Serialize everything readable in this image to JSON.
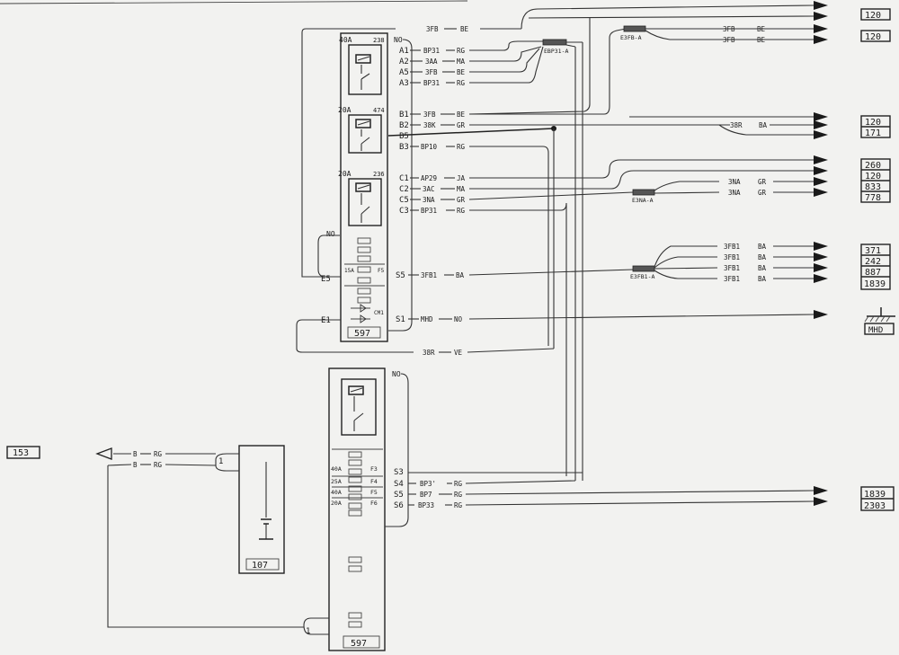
{
  "units": {
    "u1": {
      "number": "597",
      "no_label": "NO",
      "ratings": [
        {
          "amp": "40A",
          "num": "238"
        },
        {
          "amp": "20A",
          "num": "474"
        },
        {
          "amp": "20A",
          "num": "236"
        }
      ],
      "fuse_amp": "15A",
      "fuse_label": "F5",
      "cm_label": "CM1",
      "left_pins": [
        {
          "id": "E5",
          "label": "NO"
        },
        {
          "id": "E1"
        }
      ],
      "right_pins": [
        {
          "pin": "A1",
          "wire": "BP31",
          "color": "RG"
        },
        {
          "pin": "A2",
          "wire": "3AA",
          "color": "MA"
        },
        {
          "pin": "A5",
          "wire": "3FB",
          "color": "BE"
        },
        {
          "pin": "A3",
          "wire": "BP31",
          "color": "RG"
        },
        {
          "pin": "B1",
          "wire": "3FB",
          "color": "BE"
        },
        {
          "pin": "B2",
          "wire": "38K",
          "color": "GR"
        },
        {
          "pin": "B5"
        },
        {
          "pin": "B3",
          "wire": "BP10",
          "color": "RG"
        },
        {
          "pin": "C1",
          "wire": "AP29",
          "color": "JA"
        },
        {
          "pin": "C2",
          "wire": "3AC",
          "color": "MA"
        },
        {
          "pin": "C5",
          "wire": "3NA",
          "color": "GR"
        },
        {
          "pin": "C3",
          "wire": "BP31",
          "color": "RG"
        },
        {
          "pin": "S5",
          "wire": "3FB1",
          "color": "BA"
        },
        {
          "pin": "S1",
          "wire": "MHD",
          "color": "NO"
        }
      ]
    },
    "u2": {
      "number": "597",
      "no_label": "NO",
      "fuses": [
        {
          "amp": "40A",
          "f": "F3"
        },
        {
          "amp": "25A",
          "f": "F4"
        },
        {
          "amp": "40A",
          "f": "F5"
        },
        {
          "amp": "20A",
          "f": "F6"
        }
      ],
      "left_pin": "1",
      "pins": [
        {
          "pin": "S3"
        },
        {
          "pin": "S4",
          "wire": "BP3'",
          "color": "RG"
        },
        {
          "pin": "S5",
          "wire": "BP7",
          "color": "RG"
        },
        {
          "pin": "S6",
          "wire": "BP33",
          "color": "RG"
        }
      ]
    }
  },
  "battery": {
    "number": "107",
    "pin": "1"
  },
  "battery_wires": [
    {
      "wire": "B",
      "color": "RG"
    },
    {
      "wire": "B",
      "color": "RG"
    }
  ],
  "left_ref": "153",
  "splices": [
    "EBP31-A",
    "E3FB-A",
    "E3NA-A",
    "E3FB1-A"
  ],
  "top_wire": {
    "wire": "3FB",
    "color": "BE"
  },
  "bottom_wire": {
    "wire": "38R",
    "color": "VE"
  },
  "right_wires": {
    "w3fb": {
      "wire": "3FB",
      "color": "BE"
    },
    "w38r": {
      "wire": "38R",
      "color": "BA"
    },
    "w3na": {
      "wire": "3NA",
      "color": "GR"
    },
    "w3fb1": {
      "wire": "3FB1",
      "color": "BA"
    }
  },
  "ground": "MHD",
  "refs": {
    "g1": [
      "120"
    ],
    "g2": [
      "120"
    ],
    "g3": [
      "120",
      "171"
    ],
    "g4": [
      "260",
      "120",
      "833",
      "778"
    ],
    "g5": [
      "371",
      "242",
      "887",
      "1839"
    ],
    "g6": [
      "1839",
      "2303"
    ]
  }
}
